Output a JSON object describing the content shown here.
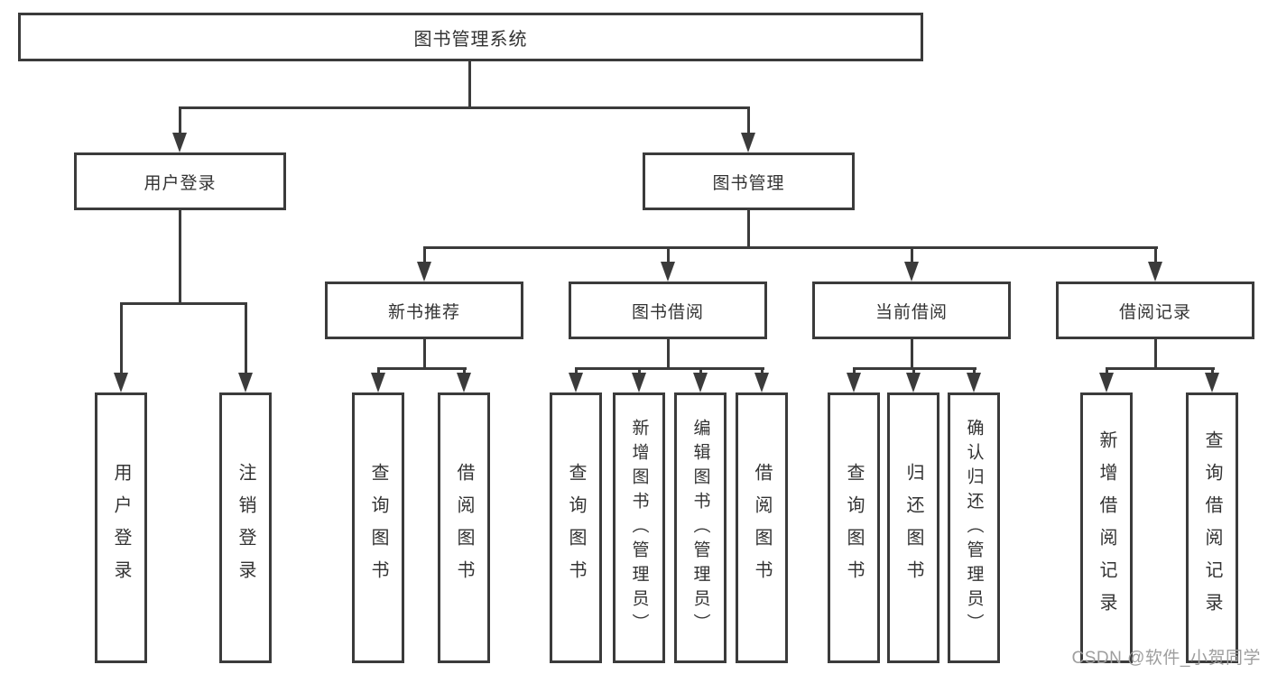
{
  "diagram": {
    "tree": {
      "root": {
        "label": "图书管理系统"
      },
      "branches": [
        {
          "label": "用户登录",
          "children": [
            {
              "label": "用户登录"
            },
            {
              "label": "注销登录"
            }
          ]
        },
        {
          "label": "图书管理",
          "children": [
            {
              "label": "新书推荐",
              "children": [
                {
                  "label": "查询图书"
                },
                {
                  "label": "借阅图书"
                }
              ]
            },
            {
              "label": "图书借阅",
              "children": [
                {
                  "label": "查询图书"
                },
                {
                  "label": "新增图书（管理员）"
                },
                {
                  "label": "编辑图书（管理员）"
                },
                {
                  "label": "借阅图书"
                }
              ]
            },
            {
              "label": "当前借阅",
              "children": [
                {
                  "label": "查询图书"
                },
                {
                  "label": "归还图书"
                },
                {
                  "label": "确认归还（管理员）"
                }
              ]
            },
            {
              "label": "借阅记录",
              "children": [
                {
                  "label": "新增借阅记录"
                },
                {
                  "label": "查询借阅记录"
                }
              ]
            }
          ]
        }
      ]
    },
    "colors": {
      "line": "#3b3b3b",
      "text": "#333333",
      "background": "#ffffff",
      "watermark_text": "#9e9e9e"
    }
  },
  "watermark": {
    "text": "CSDN @软件_小贺同学"
  }
}
